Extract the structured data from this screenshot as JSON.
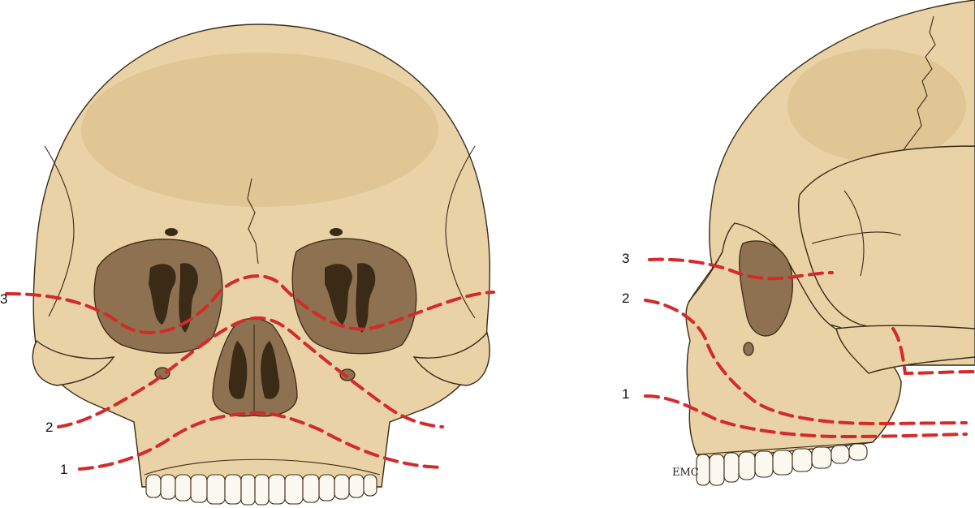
{
  "frontal_view": {
    "labels": [
      "1",
      "2",
      "3"
    ]
  },
  "lateral_view": {
    "labels": [
      "1",
      "2",
      "3"
    ],
    "signature": "EMC"
  },
  "colors": {
    "fracture_line": "#d42a2a",
    "bone": "#e9d2a6",
    "cavity": "#8d7150"
  }
}
